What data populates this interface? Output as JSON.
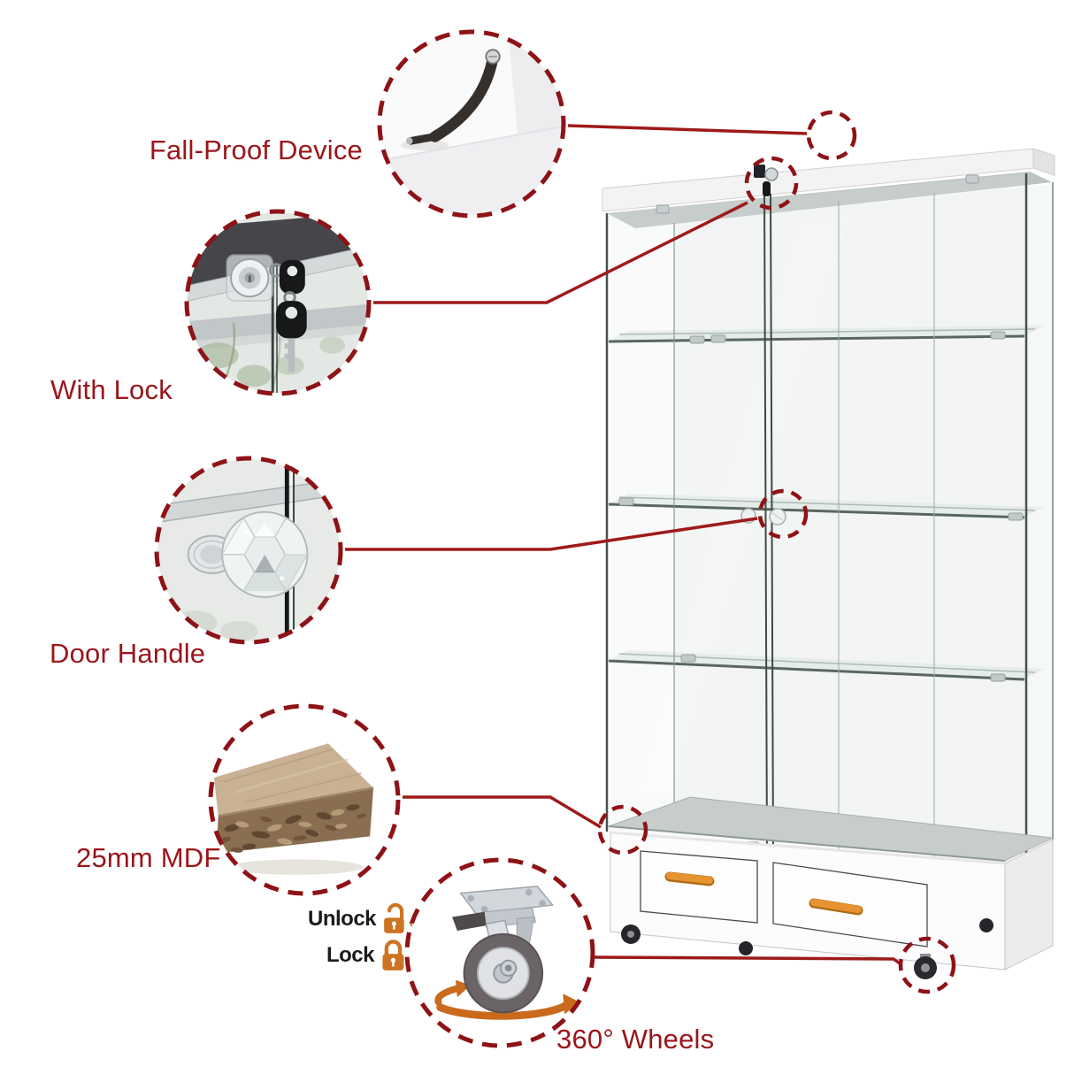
{
  "callouts": {
    "fall_proof": {
      "label": "Fall-Proof Device"
    },
    "with_lock": {
      "label": "With Lock"
    },
    "door_handle": {
      "label": "Door Handle"
    },
    "mdf": {
      "label": "25mm MDF"
    },
    "wheels": {
      "label": "360° Wheels",
      "unlock": "Unlock",
      "lock": "Lock"
    }
  },
  "colors": {
    "callout_red": "#8e1216",
    "label_red": "#9a161a",
    "connector_red": "#9e1a1a",
    "lock_orange": "#cd7322",
    "handle_orange": "#e69331",
    "label_black": "#1b1b1b"
  },
  "icons": {
    "unlock": "open-padlock-icon",
    "lock": "closed-padlock-icon",
    "swivel": "rotation-arrows-icon",
    "strap": "anti-tip-strap",
    "caster": "caster-wheel",
    "knob": "crystal-door-knob",
    "board": "mdf-board",
    "keys": "lock-with-keys"
  }
}
